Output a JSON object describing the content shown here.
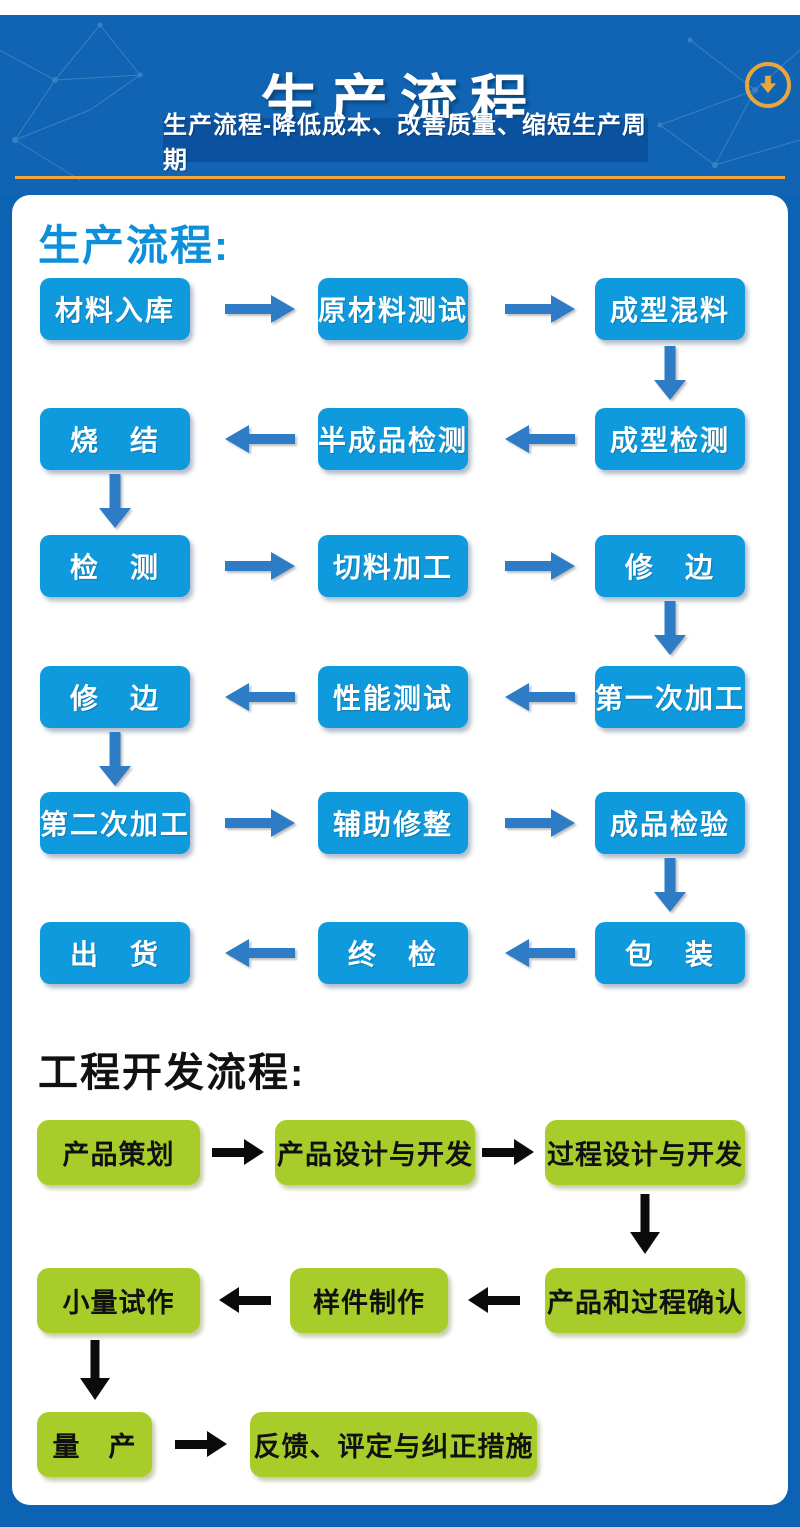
{
  "header": {
    "title": "生产流程",
    "subtitle": "生产流程-降低成本、改善质量、缩短生产周期",
    "icon": "download-circle-icon",
    "colors": {
      "header_blue": "#1064b3",
      "subtitle_bar_blue": "#0a52a0",
      "gold_accent": "#eda73c"
    }
  },
  "production_flow": {
    "heading": "生产流程:",
    "colors": {
      "heading": "#0e8fd9",
      "box": "#0f9ade",
      "arrow": "#2e7cc5"
    },
    "boxes": [
      {
        "label": "材料入库"
      },
      {
        "label": "原材料测试"
      },
      {
        "label": "成型混料"
      },
      {
        "label": "烧　结"
      },
      {
        "label": "半成品检测"
      },
      {
        "label": "成型检测"
      },
      {
        "label": "检　测"
      },
      {
        "label": "切料加工"
      },
      {
        "label": "修　边"
      },
      {
        "label": "修　边"
      },
      {
        "label": "性能测试"
      },
      {
        "label": "第一次加工"
      },
      {
        "label": "第二次加工"
      },
      {
        "label": "辅助修整"
      },
      {
        "label": "成品检验"
      },
      {
        "label": "出　货"
      },
      {
        "label": "终　检"
      },
      {
        "label": "包　装"
      }
    ]
  },
  "engineering_flow": {
    "heading": "工程开发流程:",
    "colors": {
      "heading": "#111111",
      "box": "#a8cd2a",
      "arrow": "#0b0b0b"
    },
    "boxes": [
      {
        "label": "产品策划"
      },
      {
        "label": "产品设计与开发"
      },
      {
        "label": "过程设计与开发"
      },
      {
        "label": "小量试作"
      },
      {
        "label": "样件制作"
      },
      {
        "label": "产品和过程确认"
      },
      {
        "label": "量　产"
      },
      {
        "label": "反馈、评定与纠正措施"
      }
    ]
  }
}
